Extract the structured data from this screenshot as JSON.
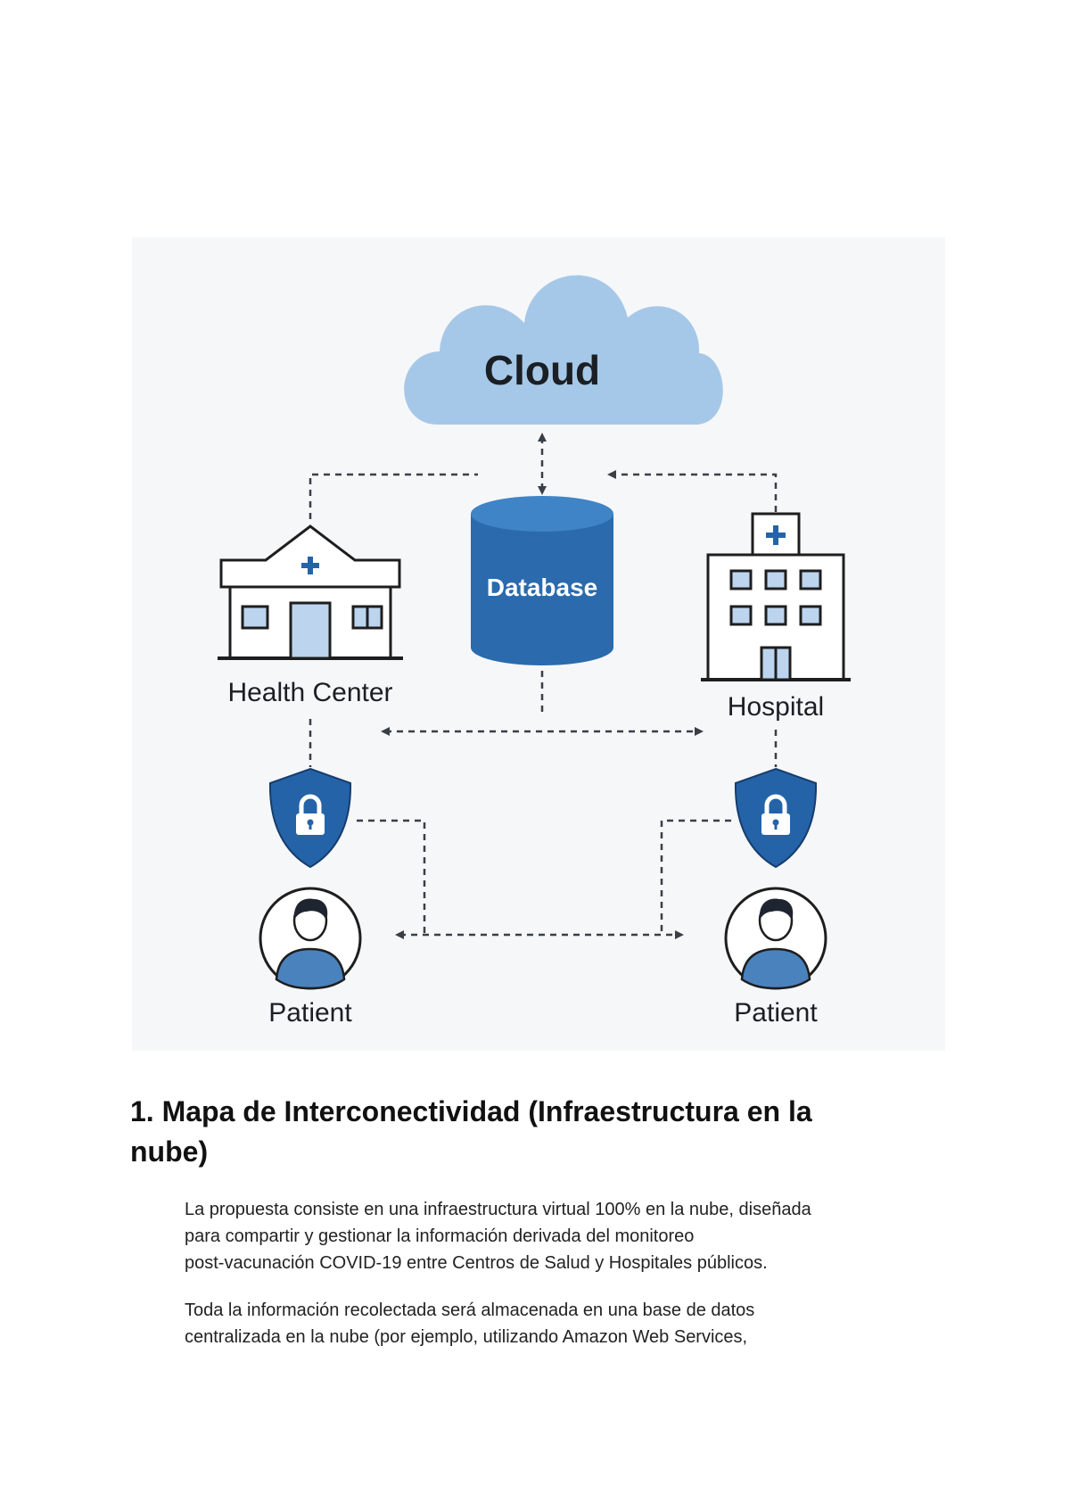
{
  "diagram": {
    "cloud_label": "Cloud",
    "database_label": "Database",
    "health_center_label": "Health Center",
    "hospital_label": "Hospital",
    "patient_left_label": "Patient",
    "patient_right_label": "Patient"
  },
  "section": {
    "heading_line1": "1. Mapa de Interconectividad (Infraestructura en la",
    "heading_line2": "nube)",
    "para1": [
      "La propuesta consiste en una infraestructura virtual 100% en la nube, diseñada",
      "para compartir y gestionar la información derivada del monitoreo",
      "post-vacunación COVID-19 entre Centros de Salud y Hospitales públicos."
    ],
    "para2": [
      "Toda la información recolectada será almacenada en una base de datos",
      "centralizada en la nube (por ejemplo, utilizando Amazon Web Services,"
    ]
  },
  "colors": {
    "cloud": "#a6c8e8",
    "database": "#2a6aad",
    "database_top": "#3f84c6",
    "shield": "#2563a8",
    "person": "#4a82be",
    "window": "#bcd4ee",
    "line": "#3a3f47",
    "diagram_bg": "#f6f7f9"
  }
}
